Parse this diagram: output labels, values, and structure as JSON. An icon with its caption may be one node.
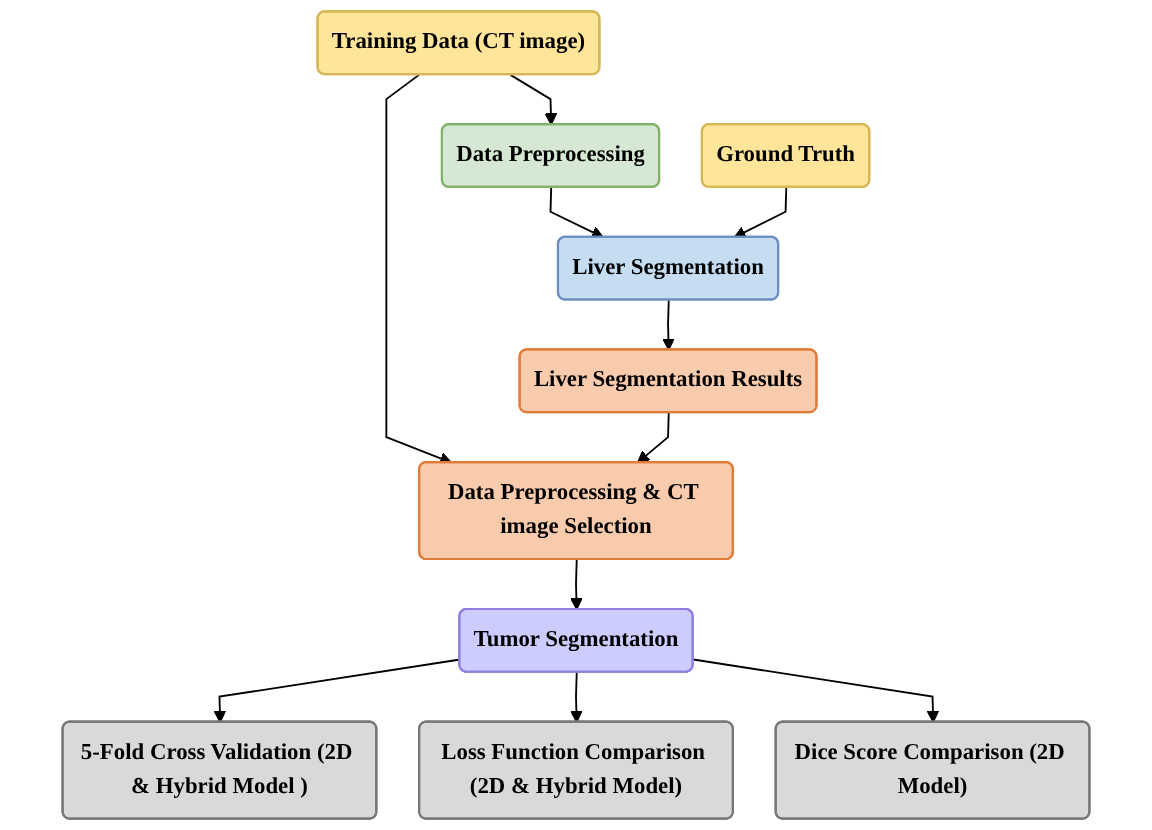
{
  "diagram": {
    "nodes": [
      {
        "text": [
          "Training Data (CT image)"
        ]
      },
      {
        "text": [
          "Data Preprocessing"
        ]
      },
      {
        "text": [
          "Ground Truth"
        ]
      },
      {
        "text": [
          "Liver Segmentation"
        ]
      },
      {
        "text": [
          "Data Preprocessing & CT image Selection"
        ]
      },
      {
        "text": [
          "Liver Segmentation Results"
        ]
      },
      {
        "text": [
          "Tumor Segmentation"
        ]
      },
      {
        "text": [
          "5-Fold Cross Validation (2D & Hybrid Model )"
        ]
      },
      {
        "text": [
          "Loss Function Comparison (2D & Hybrid Model)"
        ]
      },
      {
        "text": [
          "Dice Score Comparison (2D Model)"
        ]
      }
    ],
    "edges": [
      {
        "from": 0,
        "to": 1,
        "arrow": "to"
      },
      {
        "from": 1,
        "to": 3,
        "arrow": "to"
      },
      {
        "from": 2,
        "to": 3,
        "arrow": "to"
      },
      {
        "from": 0,
        "to": 4,
        "arrow": "to"
      },
      {
        "from": 3,
        "to": 5,
        "arrow": "to"
      },
      {
        "from": 5,
        "to": 4,
        "arrow": "to"
      },
      {
        "from": 4,
        "to": 6,
        "arrow": "to"
      },
      {
        "from": 6,
        "to": 7,
        "arrow": "to"
      },
      {
        "from": 6,
        "to": 8,
        "arrow": "to"
      },
      {
        "from": 6,
        "to": 9,
        "arrow": "to"
      }
    ]
  }
}
